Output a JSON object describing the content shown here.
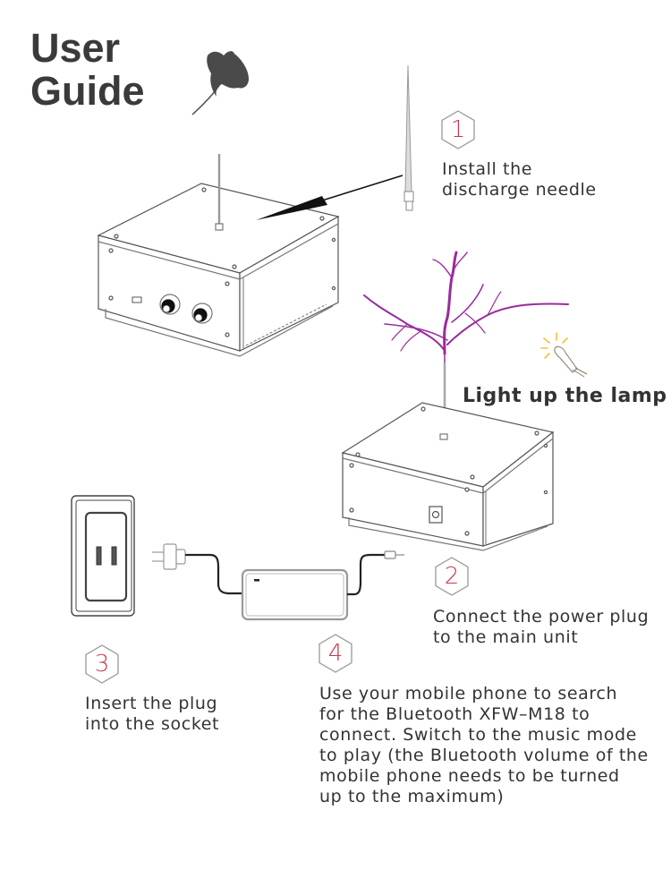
{
  "header": {
    "title_line1": "User",
    "title_line2": "Guide",
    "decoration_icon": "ginkgo-leaf-icon"
  },
  "steps": [
    {
      "number": "1",
      "line1": "Install the",
      "line2": "discharge needle"
    },
    {
      "number": "2",
      "line1": "Connect the power plug",
      "line2": "to the main unit"
    },
    {
      "number": "3",
      "line1": "Insert the plug",
      "line2": "into the socket"
    },
    {
      "number": "4",
      "lines": [
        "Use your mobile phone to search",
        "for the Bluetooth XFW–M18 to",
        "connect. Switch to the music mode",
        "to play (the Bluetooth volume of the",
        "mobile phone needs to be turned",
        "up to the maximum)"
      ]
    }
  ],
  "lamp_caption": "Light up the lamp",
  "colors": {
    "step_number": "#c83a4e",
    "arc_purple": "#9b2a9e",
    "bulb_glow": "#f2c230",
    "text": "#333333"
  },
  "illustrations": [
    "tesla-coil-unit-with-knobs",
    "discharge-needle",
    "tesla-coil-unit-with-arc",
    "wall-socket",
    "power-adapter-with-cable"
  ]
}
